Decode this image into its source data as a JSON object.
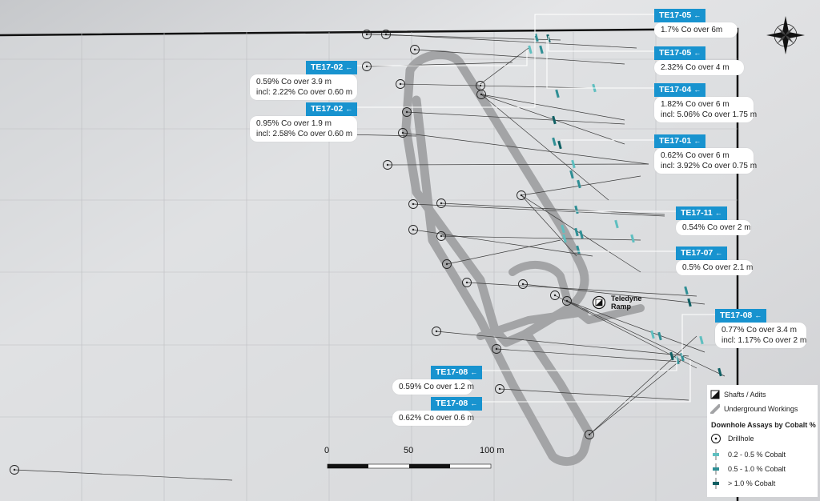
{
  "callouts": [
    {
      "id": "TE17-05",
      "lines": [
        "1.7% Co over 6m"
      ]
    },
    {
      "id": "TE17-05",
      "lines": [
        "2.32% Co over 4 m"
      ]
    },
    {
      "id": "TE17-04",
      "lines": [
        "1.82% Co over 6 m",
        "incl: 5.06% Co over 1.75 m"
      ]
    },
    {
      "id": "TE17-01",
      "lines": [
        "0.62% Co over 6 m",
        "incl: 3.92% Co over 0.75 m"
      ]
    },
    {
      "id": "TE17-11",
      "lines": [
        "0.54% Co over 2 m"
      ]
    },
    {
      "id": "TE17-07",
      "lines": [
        "0.5% Co over 2.1 m"
      ]
    },
    {
      "id": "TE17-08",
      "lines": [
        "0.77% Co over 3.4 m",
        "incl: 1.17% Co over 2 m"
      ]
    },
    {
      "id": "TE17-02",
      "lines": [
        "0.59% Co over 3.9 m",
        "incl: 2.22% Co over 0.60 m"
      ]
    },
    {
      "id": "TE17-02",
      "lines": [
        "0.95% Co over 1.9 m",
        "incl: 2.58% Co over 0.60 m"
      ]
    },
    {
      "id": "TE17-08",
      "lines": [
        "0.59% Co over 1.2 m"
      ]
    },
    {
      "id": "TE17-08",
      "lines": [
        "0.62% Co over 0.6 m"
      ]
    }
  ],
  "arrow_glyph": "←",
  "ramp_label": [
    "Teledyne",
    "Ramp"
  ],
  "scale_labels": [
    "0",
    "50",
    "100 m"
  ],
  "legend": {
    "shafts": "Shafts / Adits",
    "workings": "Underground Workings",
    "title": "Downhole Assays by Cobalt %",
    "drillhole": "Drillhole",
    "assays": [
      {
        "label": "0.2 - 0.5 % Cobalt",
        "color": "#5fbfc0"
      },
      {
        "label": "0.5 - 1.0 % Cobalt",
        "color": "#2f8f95"
      },
      {
        "label": "> 1.0 % Cobalt",
        "color": "#0f5f63"
      }
    ]
  },
  "colors": {
    "tag": "#1893cf",
    "workings": "#a3a4a6",
    "drillhole_trace": "#3a3a3a"
  }
}
